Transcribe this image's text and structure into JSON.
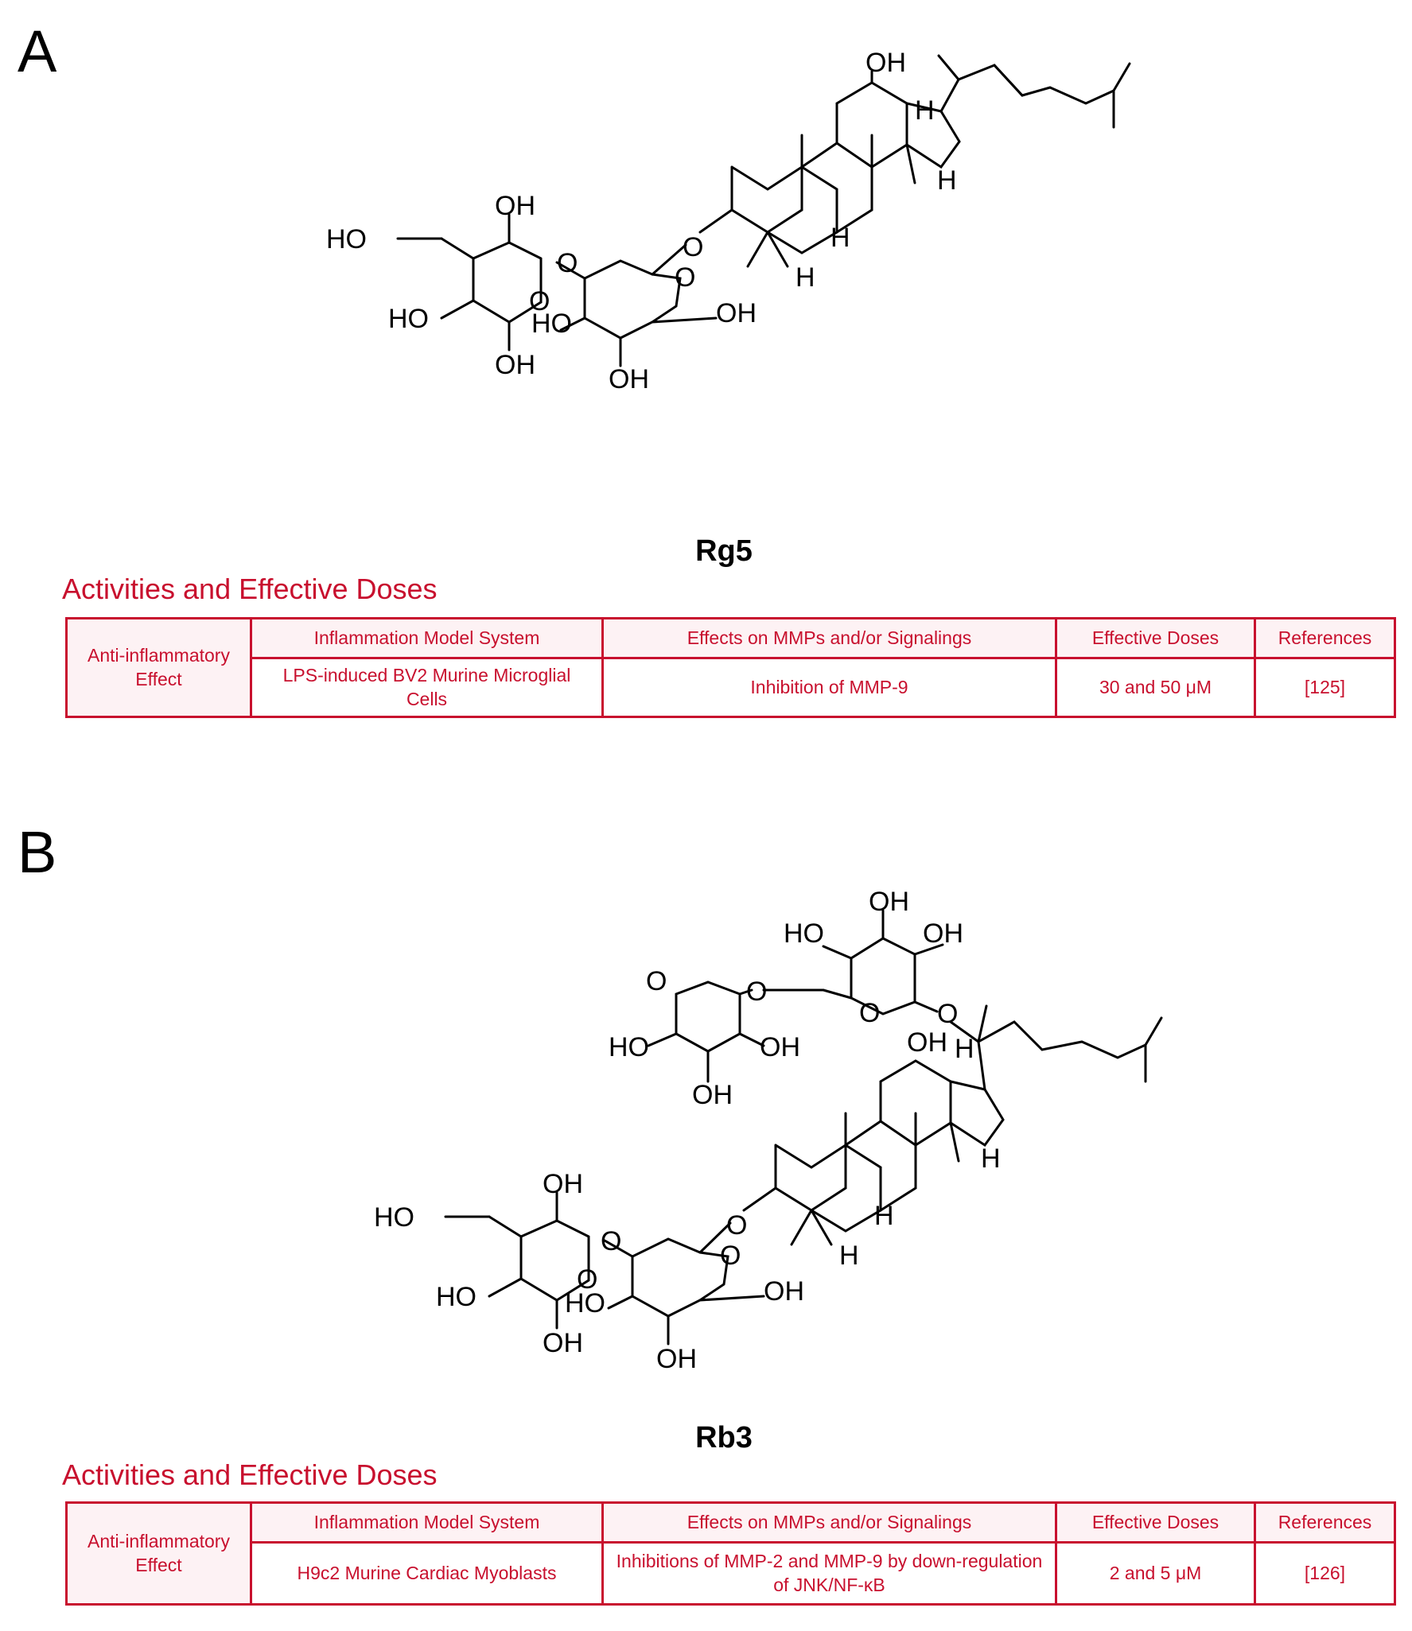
{
  "panels": [
    {
      "letter": "A",
      "compound": "Rg5",
      "section_heading": "Activities and Effective Doses",
      "table": {
        "row_header": "Anti-inflammatory Effect",
        "headers": [
          "Inflammation Model System",
          "Effects on MMPs and/or Signalings",
          "Effective Doses",
          "References"
        ],
        "cells": [
          "LPS-induced BV2 Murine Microglial Cells",
          "Inhibition of MMP-9",
          "30 and 50 μM",
          "[125]"
        ]
      }
    },
    {
      "letter": "B",
      "compound": "Rb3",
      "section_heading": "Activities and Effective Doses",
      "table": {
        "row_header": "Anti-inflammatory Effect",
        "headers": [
          "Inflammation Model System",
          "Effects on MMPs and/or Signalings",
          "Effective Doses",
          "References"
        ],
        "cells": [
          "H9c2 Murine Cardiac Myoblasts",
          "Inhibitions of MMP-2 and MMP-9 by down-regulation of JNK/NF-κB",
          "2 and 5 μM",
          "[126]"
        ]
      }
    }
  ],
  "atom_labels": {
    "oh": "OH",
    "ho": "HO",
    "o": "O",
    "h": "H"
  },
  "colors": {
    "table_accent": "#c8102e",
    "header_fill": "#fdf2f4"
  }
}
